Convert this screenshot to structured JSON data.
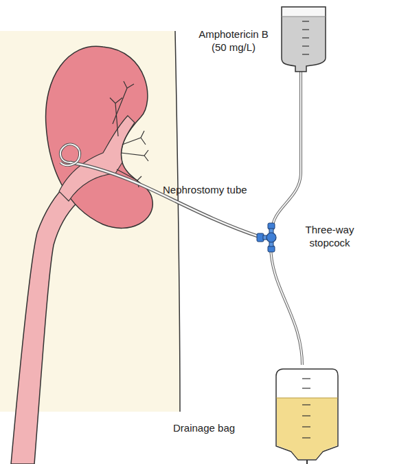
{
  "diagram": {
    "labels": [
      "Amphotericin B (50 mg/L)",
      "Nephrostomy tube",
      "Three-way stopcock",
      "Drainage bag"
    ]
  }
}
